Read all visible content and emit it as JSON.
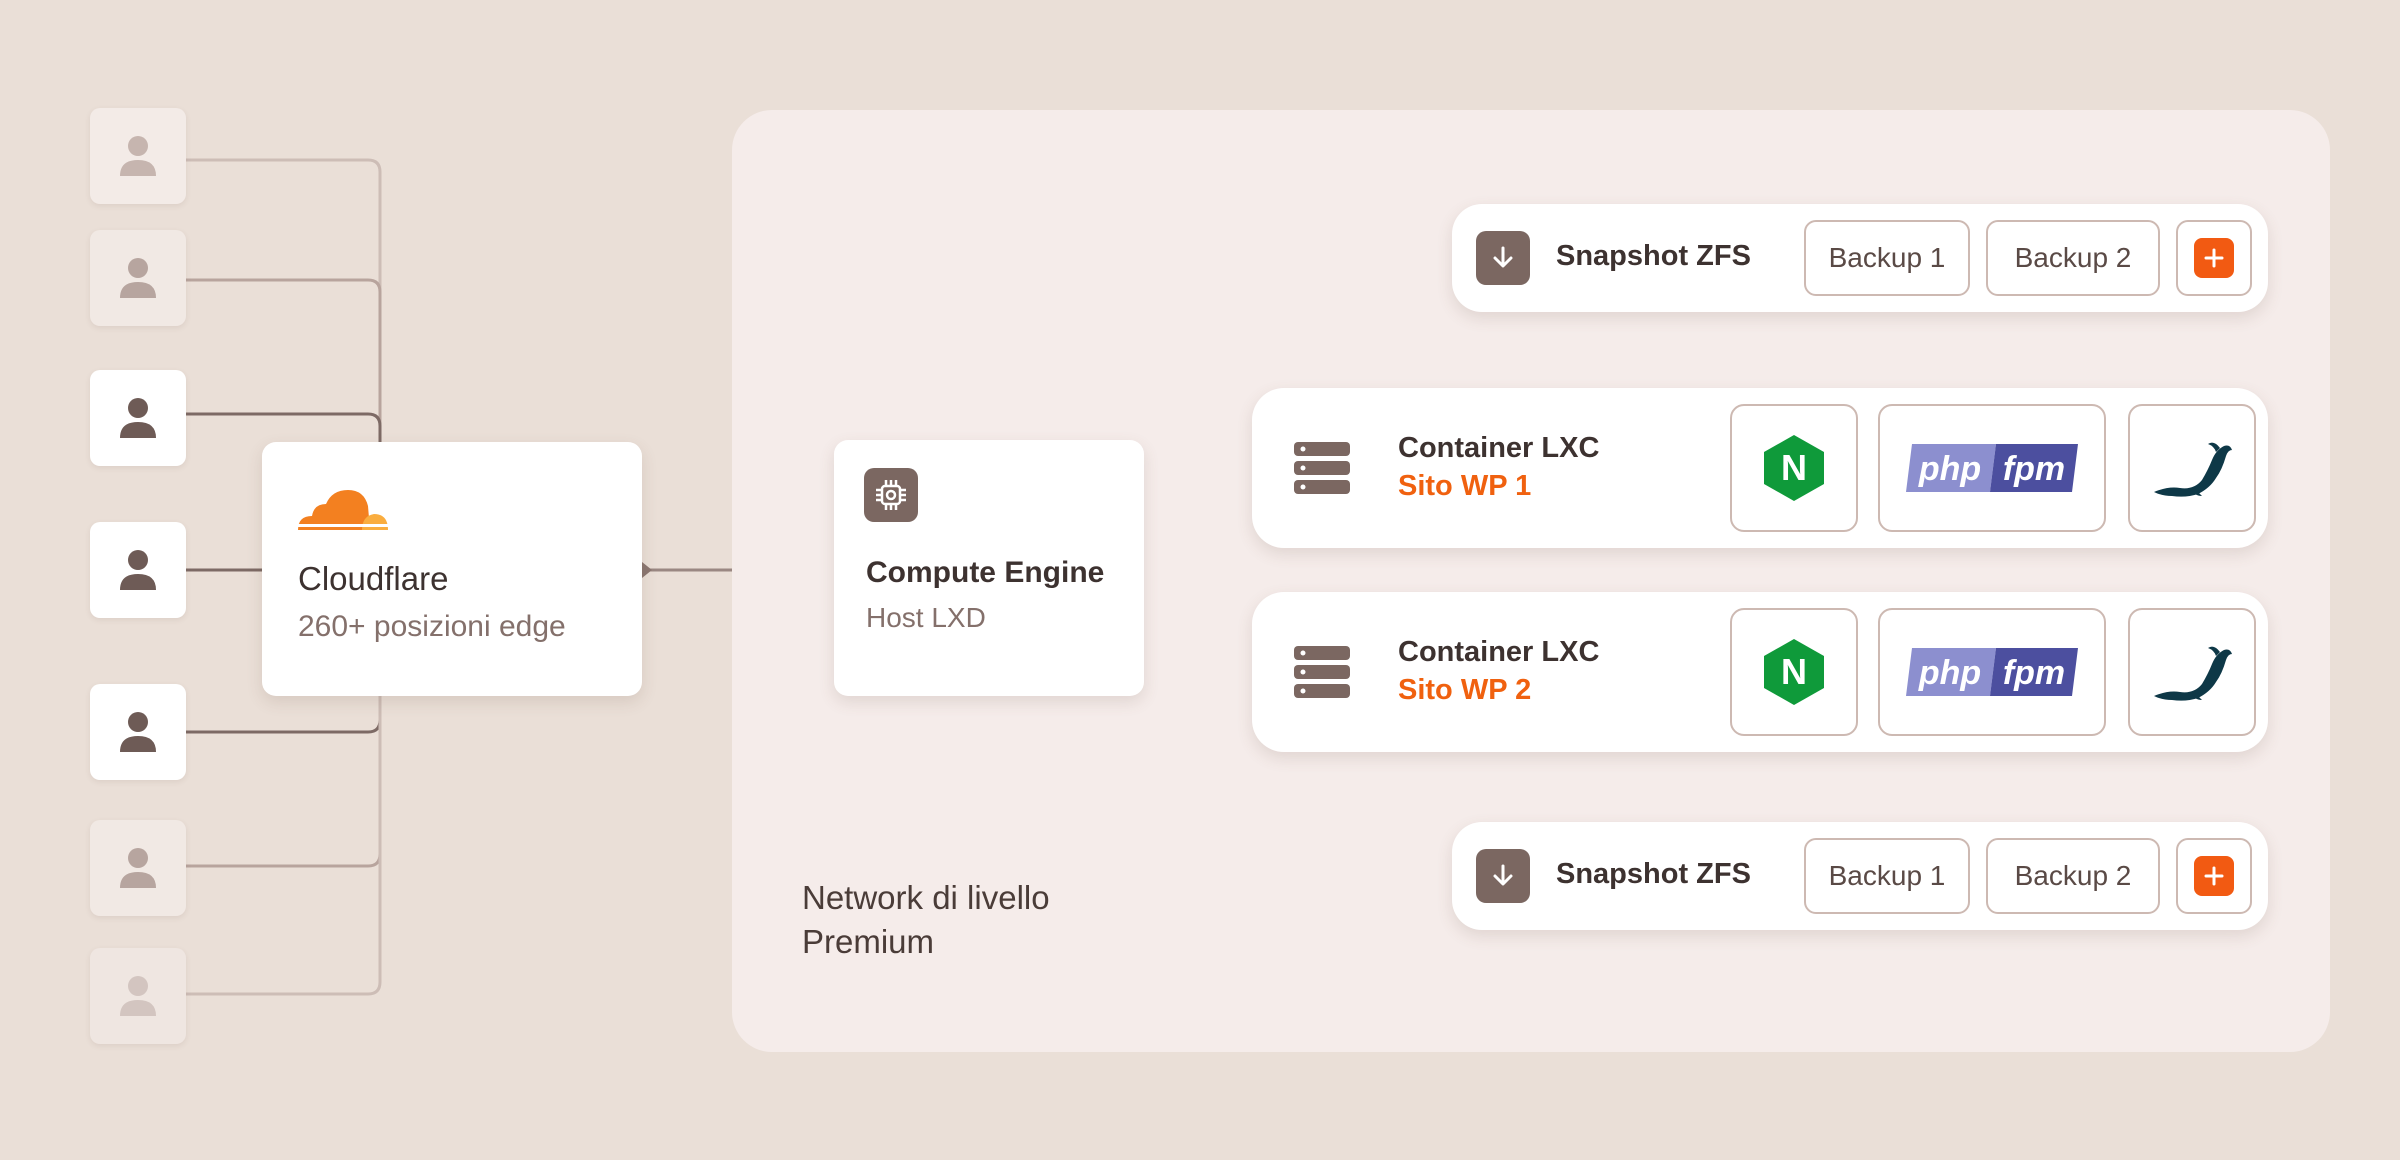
{
  "colors": {
    "background": "#eadfd7",
    "panel": "#f5ecea",
    "accent_orange": "#f0610f",
    "icon_brown": "#7b6761",
    "nginx_green": "#0f9a3a",
    "php_purple": "#7d80c0",
    "mariadb_navy": "#0e3847"
  },
  "users": [
    {
      "icon": "user-icon"
    },
    {
      "icon": "user-icon"
    },
    {
      "icon": "user-icon"
    },
    {
      "icon": "user-icon"
    },
    {
      "icon": "user-icon"
    },
    {
      "icon": "user-icon"
    },
    {
      "icon": "user-icon"
    }
  ],
  "cloudflare": {
    "icon": "cloudflare-logo",
    "title": "Cloudflare",
    "subtitle": "260+ posizioni edge"
  },
  "network": {
    "label_line1": "Network di livello",
    "label_line2": "Premium"
  },
  "compute": {
    "icon": "chip-icon",
    "title": "Compute Engine",
    "subtitle": "Host LXD"
  },
  "snapshots": [
    {
      "title": "Snapshot ZFS",
      "backup1": "Backup 1",
      "backup2": "Backup 2",
      "icon": "download-icon",
      "add_icon": "plus-icon"
    },
    {
      "title": "Snapshot ZFS",
      "backup1": "Backup 1",
      "backup2": "Backup 2",
      "icon": "download-icon",
      "add_icon": "plus-icon"
    }
  ],
  "containers": [
    {
      "title": "Container LXC",
      "site": "Sito WP 1",
      "icon": "server-icon",
      "stack": [
        {
          "icon": "nginx-logo",
          "letter": "N"
        },
        {
          "icon": "php-fpm-logo",
          "text_a": "php",
          "text_b": "fpm"
        },
        {
          "icon": "mariadb-logo"
        }
      ]
    },
    {
      "title": "Container LXC",
      "site": "Sito WP 2",
      "icon": "server-icon",
      "stack": [
        {
          "icon": "nginx-logo",
          "letter": "N"
        },
        {
          "icon": "php-fpm-logo",
          "text_a": "php",
          "text_b": "fpm"
        },
        {
          "icon": "mariadb-logo"
        }
      ]
    }
  ]
}
